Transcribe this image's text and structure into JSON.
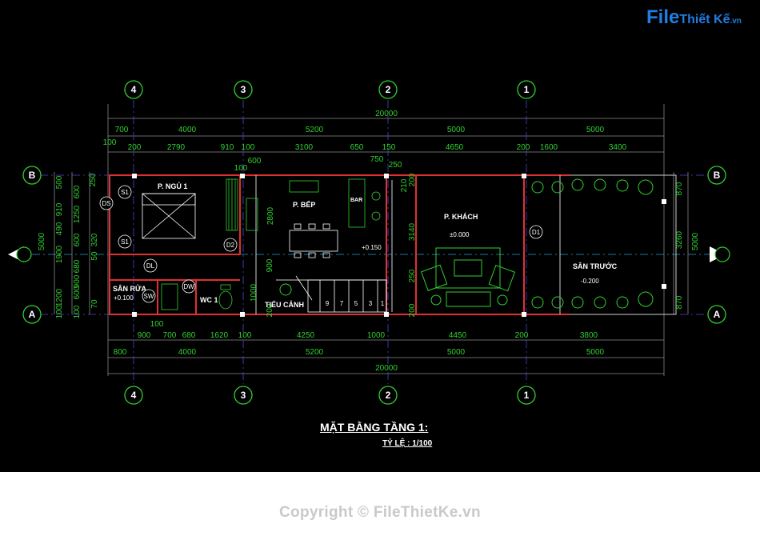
{
  "logo": {
    "file": "File",
    "rest": "Thiết Kế",
    "vn": ".vn"
  },
  "copyright": "Copyright © FileThietKe.vn",
  "title": "MẶT BẰNG TẦNG 1:",
  "scale": "TỶ LỆ : 1/100",
  "grid_axes": [
    "4",
    "3",
    "2",
    "1"
  ],
  "row_axes": [
    "B",
    "A"
  ],
  "dims": {
    "total": "20000",
    "top1": [
      "700",
      "4000",
      "5200",
      "5000",
      "5000"
    ],
    "top2": [
      "200",
      "2790",
      "910",
      "100",
      "3100",
      "650",
      "150",
      "4650",
      "200",
      "1600",
      "3400"
    ],
    "top3": [
      "100",
      "600",
      "750",
      "250",
      "100"
    ],
    "bot1": [
      "100",
      "900",
      "700",
      "680",
      "1620",
      "100",
      "4250",
      "1000",
      "4450",
      "200",
      "3800"
    ],
    "bot2": [
      "800",
      "4000",
      "5200",
      "5000",
      "5000"
    ],
    "left": [
      "250",
      "500",
      "910",
      "600",
      "1250",
      "490",
      "600",
      "320",
      "1900",
      "680",
      "50",
      "900",
      "1200",
      "100",
      "600",
      "100",
      "70"
    ],
    "left_total": "5000",
    "right": [
      "870",
      "3260",
      "870"
    ],
    "right_total": "5000",
    "inner": [
      "200",
      "210",
      "2800",
      "3140",
      "900",
      "1000",
      "250",
      "200",
      "200"
    ]
  },
  "rooms": {
    "bedroom": "P. NGỦ 1",
    "kitchen": "P. BẾP",
    "living": "P. KHÁCH",
    "yard_front": "SÂN TRƯỚC",
    "wash_yard": "SÂN RỬA",
    "wc": "WC 1",
    "light_well": "TIỂU CẢNH",
    "bar": "BAR"
  },
  "levels": {
    "kitchen": "+0.150",
    "living": "±0.000",
    "yard": "-0.200",
    "wash": "+0.100"
  },
  "tags": [
    "S1",
    "DS",
    "S1",
    "D2",
    "DL",
    "DW",
    "SW",
    "D1"
  ],
  "stairs": [
    "9",
    "7",
    "5",
    "3",
    "1"
  ]
}
